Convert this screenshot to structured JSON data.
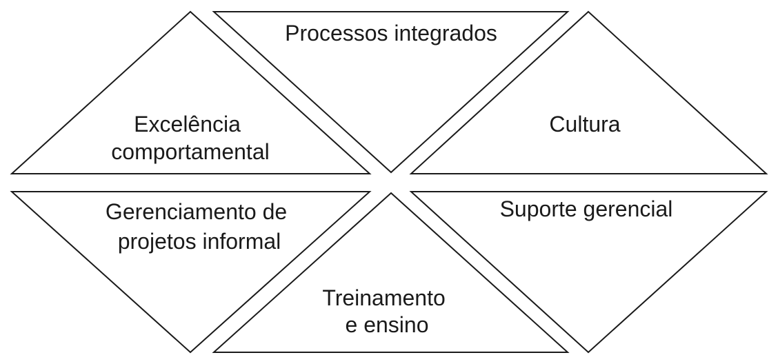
{
  "diagram": {
    "colors": {
      "stroke": "#1a1a1a",
      "fill": "#ffffff",
      "text": "#1a1a1a"
    },
    "sections": [
      {
        "id": "processos-integrados",
        "lines": [
          "Processos integrados"
        ]
      },
      {
        "id": "excelencia-comportamental",
        "lines": [
          "Excelência",
          "comportamental"
        ]
      },
      {
        "id": "cultura",
        "lines": [
          "Cultura"
        ]
      },
      {
        "id": "gerenciamento-projetos-informal",
        "lines": [
          "Gerenciamento de",
          "projetos informal"
        ]
      },
      {
        "id": "treinamento-ensino",
        "lines": [
          "Treinamento",
          "e ensino"
        ]
      },
      {
        "id": "suporte-gerencial",
        "lines": [
          "Suporte gerencial"
        ]
      }
    ]
  }
}
